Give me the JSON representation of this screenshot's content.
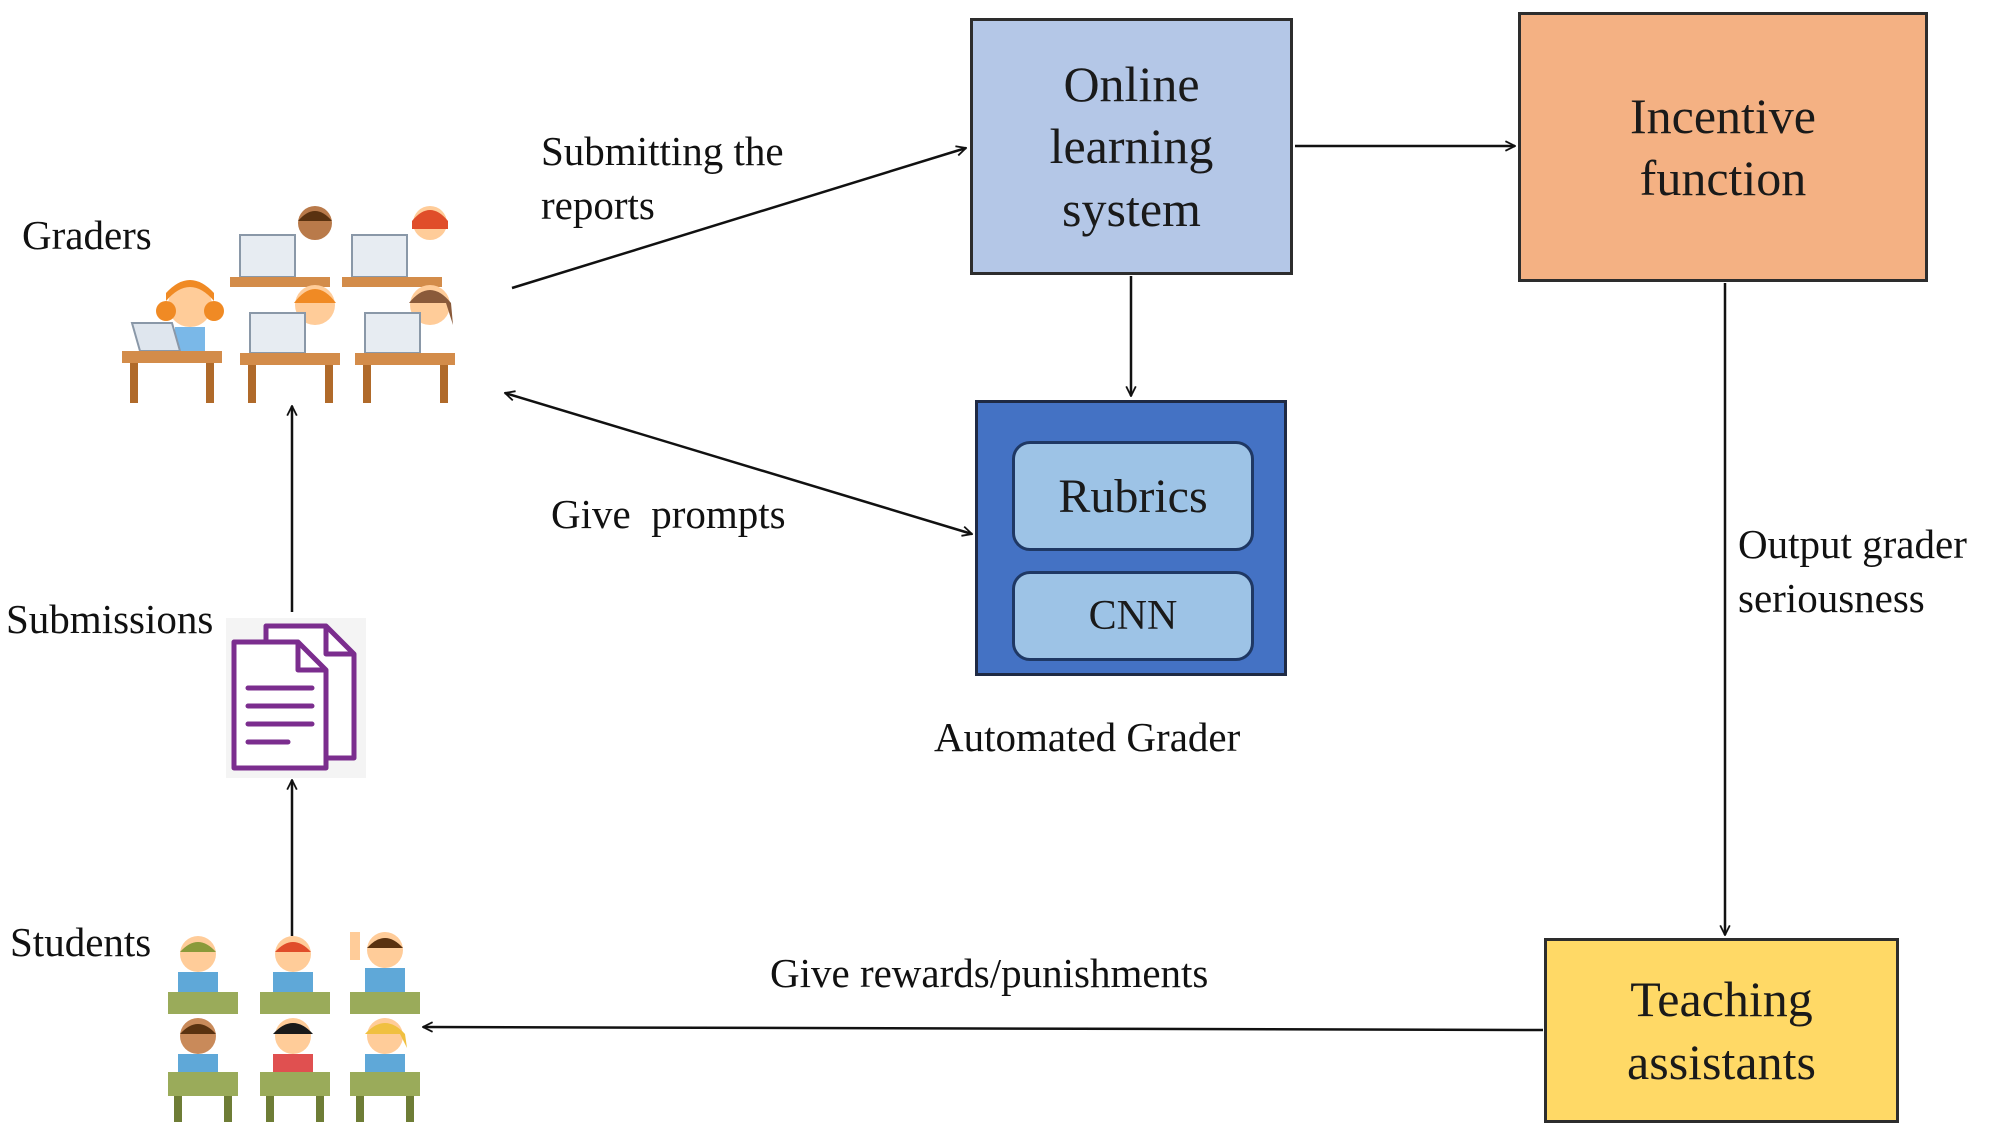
{
  "nodes": {
    "graders": "Graders",
    "submissions": "Submissions",
    "students": "Students",
    "online_system": [
      "Online",
      "learning",
      "system"
    ],
    "incentive": [
      "Incentive",
      "function"
    ],
    "teaching": [
      "Teaching",
      "assistants"
    ],
    "rubrics": "Rubrics",
    "cnn": "CNN",
    "auto_grader_caption": "Automated Grader"
  },
  "edges": {
    "submitting": [
      "Submitting the",
      "reports"
    ],
    "give_prompts": "Give  prompts",
    "output": [
      "Output grader",
      "seriousness"
    ],
    "rewards": "Give rewards/punishments"
  },
  "colors": {
    "online": "#b4c7e7",
    "incentive": "#f4b183",
    "teaching": "#ffd966",
    "auto_grader": "#4472c4",
    "inner_box": "#9dc3e6",
    "document_icon": "#7b2d8e"
  },
  "icons": {
    "graders": "classroom-computers-illustration",
    "submissions": "documents-icon",
    "students": "students-desks-illustration"
  }
}
